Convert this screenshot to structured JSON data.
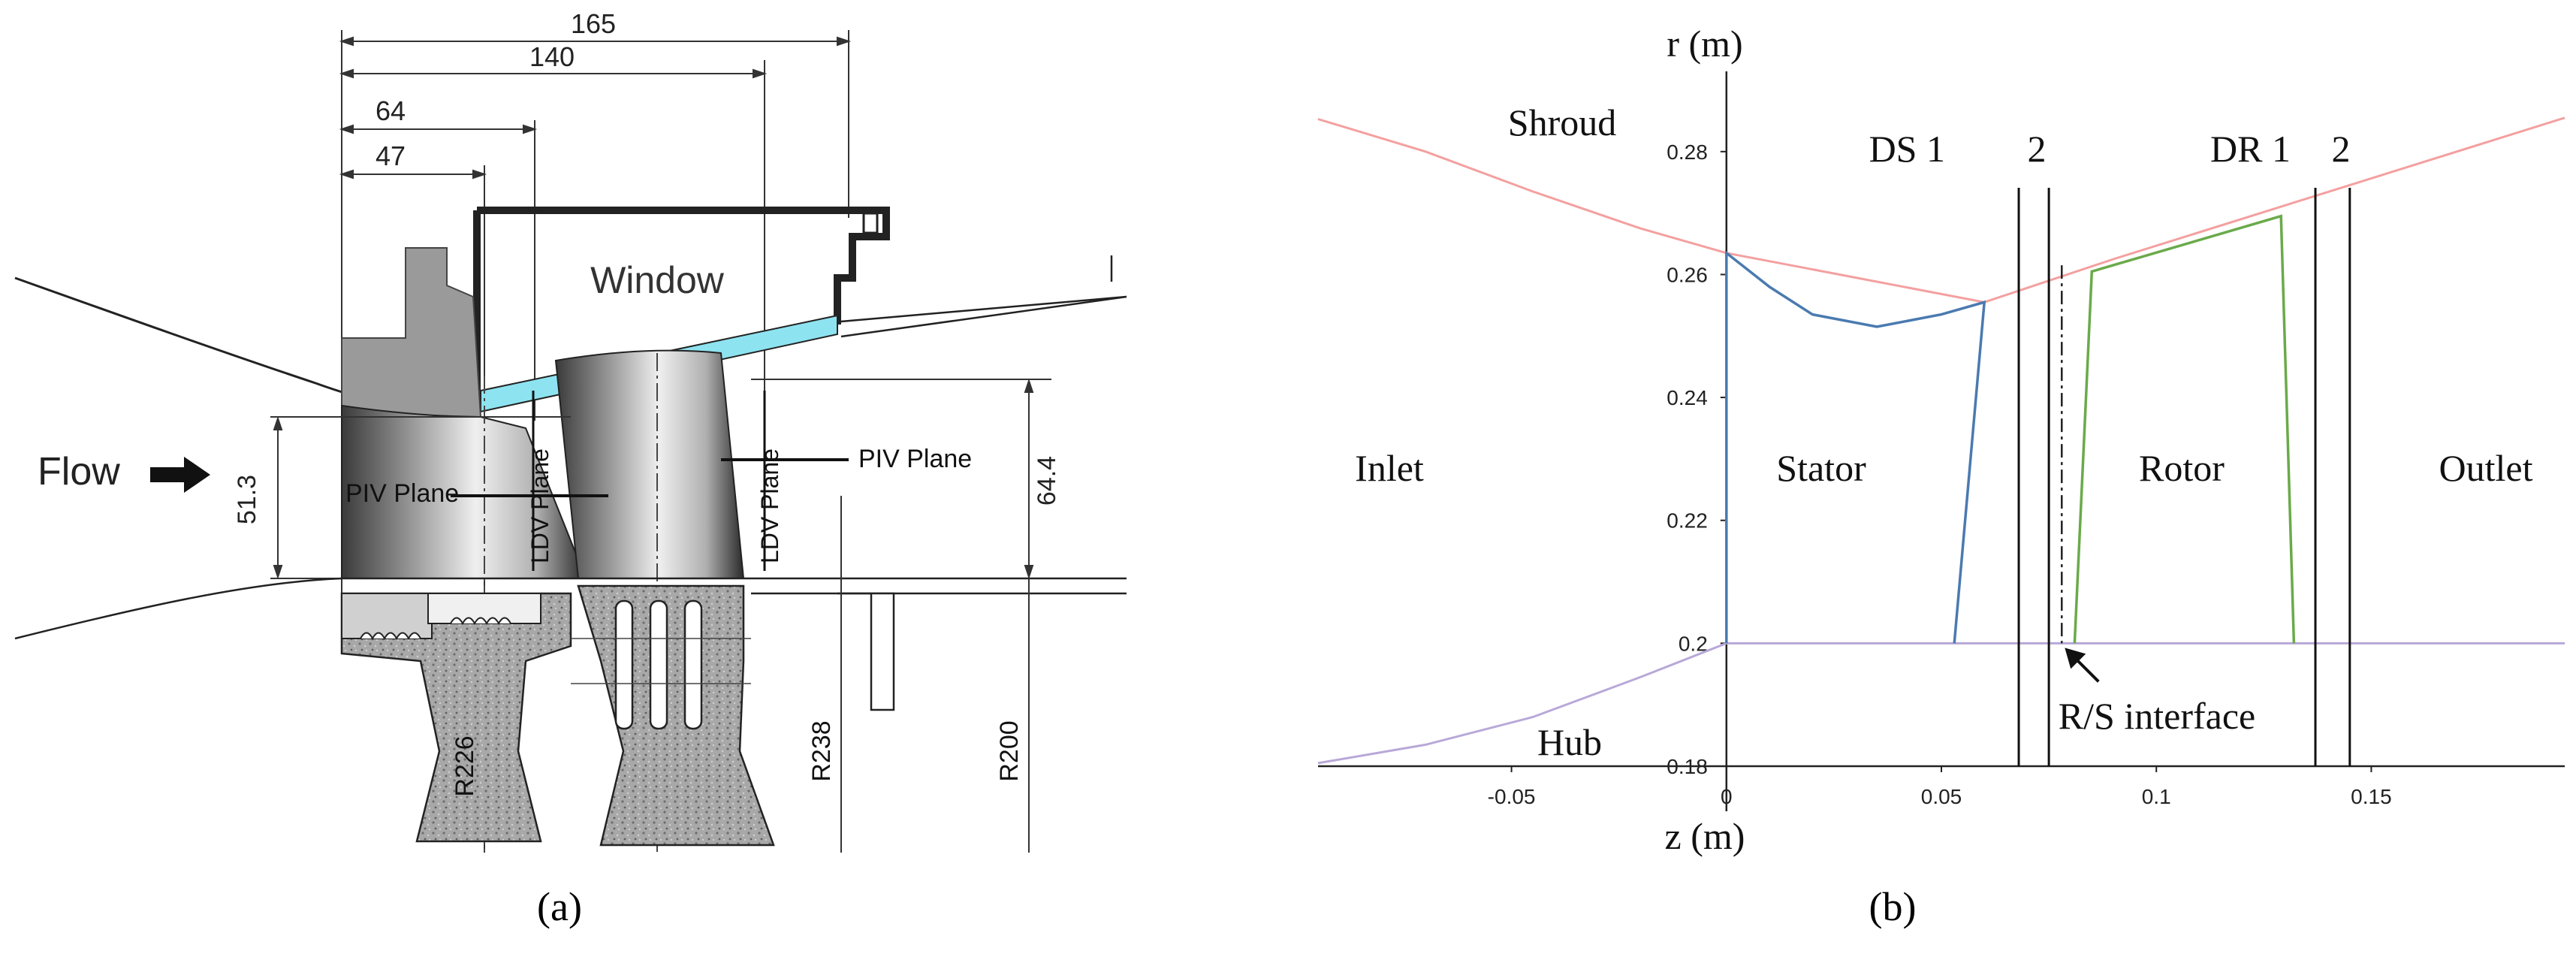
{
  "panel_a": {
    "caption": "(a)",
    "dimensions": {
      "d165": "165",
      "d140": "140",
      "d64": "64",
      "d47": "47",
      "d51_3": "51.3",
      "d64_4": "64.4",
      "r226": "R226",
      "r238": "R238",
      "r200": "R200"
    },
    "labels": {
      "window": "Window",
      "flow": "Flow",
      "piv_plane_1": "PIV Plane",
      "piv_plane_2": "PIV Plane",
      "ldv_plane_1": "LDV Plane",
      "ldv_plane_2": "LDV Plane"
    },
    "colors": {
      "window_glass": "#8ee3f0",
      "vane_dark": "#2b2b2b",
      "casing_grey": "#9a9a9a"
    }
  },
  "panel_b": {
    "caption": "(b)",
    "axes": {
      "ylabel": "r (m)",
      "xlabel": "z (m)",
      "x_ticks": [
        "-0.05",
        "0",
        "0.05",
        "0.1",
        "0.15"
      ],
      "y_ticks": [
        "0.18",
        "0.2",
        "0.22",
        "0.24",
        "0.26",
        "0.28"
      ],
      "xlim": [
        -0.095,
        0.195
      ],
      "ylim": [
        0.18,
        0.29
      ]
    },
    "regions": {
      "inlet": "Inlet",
      "stator": "Stator",
      "rotor": "Rotor",
      "outlet": "Outlet",
      "shroud": "Shroud",
      "hub": "Hub"
    },
    "stations": {
      "ds_label": "DS 1",
      "ds_label_2": "2",
      "dr_label": "DR 1",
      "dr_label_2": "2",
      "ds1_z": 0.068,
      "ds2_z": 0.075,
      "dr1_z": 0.137,
      "dr2_z": 0.145
    },
    "interface": {
      "label": "R/S interface",
      "z": 0.078
    },
    "colors": {
      "shroud": "#f4a0a0",
      "hub": "#b8a8d8",
      "stator": "#4a7ab0",
      "rotor": "#6aaa4a"
    }
  }
}
